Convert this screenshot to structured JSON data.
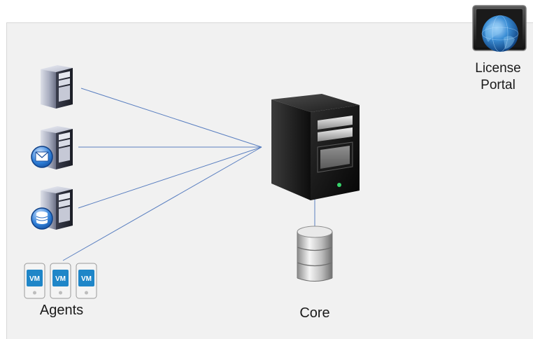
{
  "diagram": {
    "agents_label": "Agents",
    "core_label": "Core",
    "portal_label_line1": "License",
    "portal_label_line2": "Portal",
    "vm_badge": "VM",
    "nodes": [
      {
        "id": "agent-server-plain",
        "icon": "server-icon"
      },
      {
        "id": "agent-server-mail",
        "icon": "mail-server-icon"
      },
      {
        "id": "agent-server-database",
        "icon": "database-server-icon"
      },
      {
        "id": "agent-virtual-machines",
        "icon": "vm-icon"
      },
      {
        "id": "core-server",
        "icon": "tower-server-icon"
      },
      {
        "id": "core-storage",
        "icon": "storage-cylinder-icon"
      },
      {
        "id": "license-portal",
        "icon": "globe-monitor-icon"
      }
    ],
    "colors": {
      "connector": "#5a7fc0",
      "panel": "#f1f1f1",
      "vm_badge": "#1f86c8"
    }
  }
}
